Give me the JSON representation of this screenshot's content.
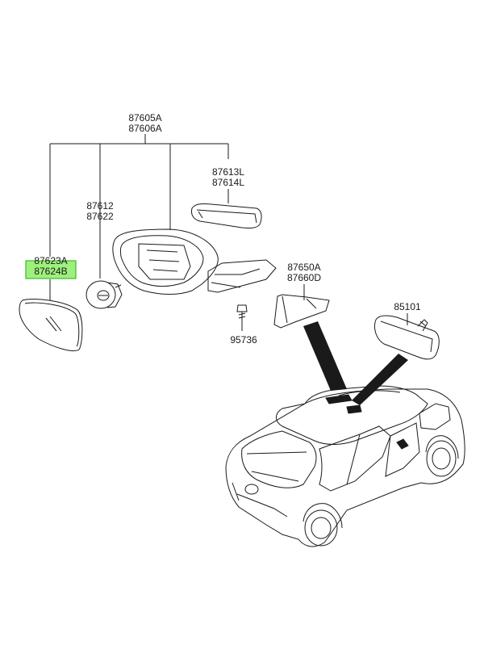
{
  "parts": {
    "assy_a": "87605A",
    "assy_b": "87606A",
    "cover_a": "87613L",
    "cover_b": "87614L",
    "actuator_a": "87612",
    "actuator_b": "87622",
    "glass_a": "87623A",
    "glass_b": "87624B",
    "screw": "95736",
    "inside_cover_a": "87650A",
    "inside_cover_b": "87660D",
    "inside_mirror": "85101"
  },
  "highlight_color": "#9ef07c"
}
